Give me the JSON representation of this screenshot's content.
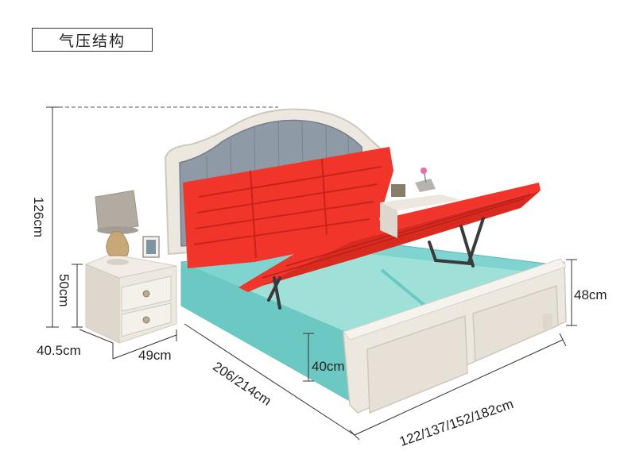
{
  "title": "气压结构",
  "dimensions": {
    "height_total": "126cm",
    "nightstand_height": "50cm",
    "nightstand_depth": "40.5cm",
    "nightstand_width": "49cm",
    "bed_length": "206/214cm",
    "storage_depth": "40cm",
    "footboard_height": "48cm",
    "bed_width": "122/137/152/182cm"
  },
  "colors": {
    "storage_box": "#7fd4cf",
    "lift_panel": "#f2352a",
    "headboard_upholstery": "#8e9aa5",
    "frame": "#ece7df"
  }
}
